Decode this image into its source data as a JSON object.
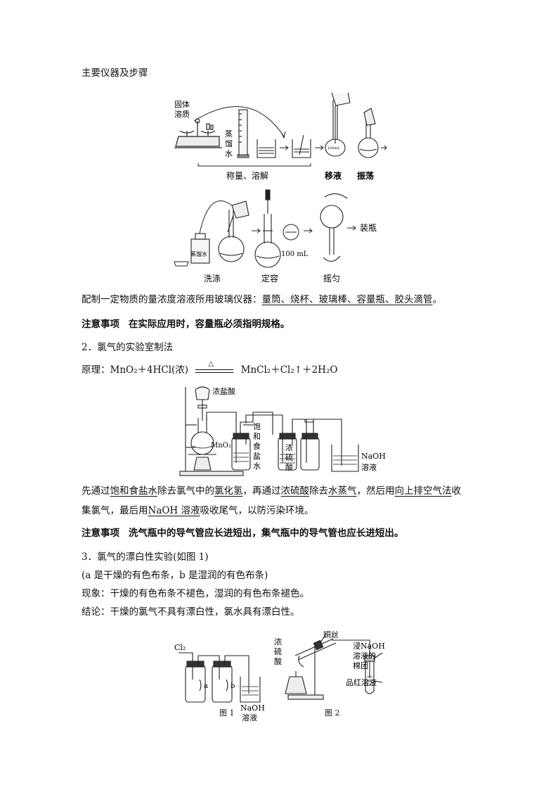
{
  "s1": {
    "heading": "主要仪器及步骤",
    "fig_top": {
      "solid": "固体",
      "solute": "溶质",
      "distilled_water": [
        "蒸",
        "馏",
        "水"
      ],
      "weigh_dissolve": "称量、溶解",
      "transfer": "移液",
      "shake": "振荡",
      "flask_text": "100mL"
    },
    "fig_bottom": {
      "bottle": "蒸馏水",
      "wash": "洗涤",
      "volume_label": "100 mL",
      "make_volume": "定容",
      "invert_mix": "摇匀",
      "bottle_step": "装瓶"
    },
    "glassware_lead": "配制一定物质的量浓度溶液所用玻璃仪器：",
    "glassware_list": "量筒、烧杯、玻璃棒、容量瓶、胶头滴管",
    "glassware_end": "。",
    "note_label": "注意事项",
    "note_text": "在实际应用时，容量瓶必须指明规格。"
  },
  "s2": {
    "title": "2．氯气的实验室制法",
    "principle_label": "原理：",
    "eq_left": "MnO₂＋4HCl(浓)",
    "eq_cond": "△",
    "eq_right": "MnCl₂＋Cl₂↑＋2H₂O",
    "fig": {
      "conc_hcl": "浓盐酸",
      "mno2": "MnO₂",
      "sat_salt": [
        "饱",
        "和",
        "食",
        "盐",
        "水"
      ],
      "conc_h2so4": [
        "浓",
        "硫",
        "酸"
      ],
      "naoh": [
        "NaOH",
        "溶液"
      ]
    },
    "p1_a": "先通过",
    "p1_u1": "饱和食盐水",
    "p1_b": "除去氯气中的",
    "p1_u2": "氯化氢",
    "p1_c": "，再通过",
    "p1_u3": "浓硫酸",
    "p1_d": "除去",
    "p1_u4": "水蒸气",
    "p1_e": "，然后用",
    "p1_u5": "向上排空气法",
    "p1_f": "收",
    "p2_a": "集氯气，最后用",
    "p2_u1": "NaOH 溶液",
    "p2_b": "吸收尾气，以防污染环境。",
    "note_label": "注意事项",
    "note_text": "洗气瓶中的导气管应长进短出，集气瓶中的导气管也应长进短出。"
  },
  "s3": {
    "title": "3．氯气的漂白性实验(如图 1)",
    "ab": "(a 是干燥的有色布条，b 是湿润的有色布条)",
    "phenomenon": "现象：干燥的有色布条不褪色，湿润的有色布条褪色。",
    "conclusion": "结论：干燥的氯气不具有漂白性，氯水具有漂白性。",
    "fig1": {
      "cl2": "Cl₂",
      "a": "a",
      "b": "b",
      "naoh": [
        "NaOH",
        "溶液"
      ],
      "caption": "图 1"
    },
    "fig2": {
      "conc_h2so4": [
        "浓",
        "硫",
        "酸"
      ],
      "copper": "铜丝",
      "cotton": [
        "浸NaOH",
        "溶液的",
        "棉团"
      ],
      "pinkred": "品红溶液",
      "caption": "图 2"
    }
  }
}
